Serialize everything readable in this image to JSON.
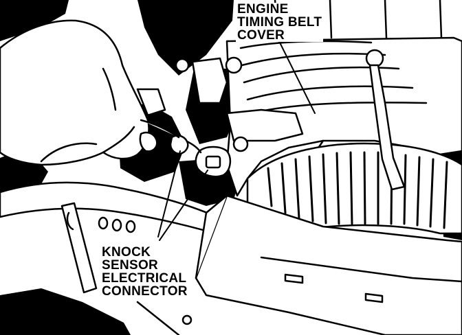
{
  "figure": {
    "callouts": {
      "engine_timing_belt_cover": [
        "ENGINE",
        "TIMING BELT",
        "COVER"
      ],
      "knock_sensor_connector": [
        "KNOCK",
        "SENSOR",
        "ELECTRICAL",
        "CONNECTOR"
      ]
    },
    "colors": {
      "ink": "#000000",
      "paper": "#ffffff"
    }
  }
}
